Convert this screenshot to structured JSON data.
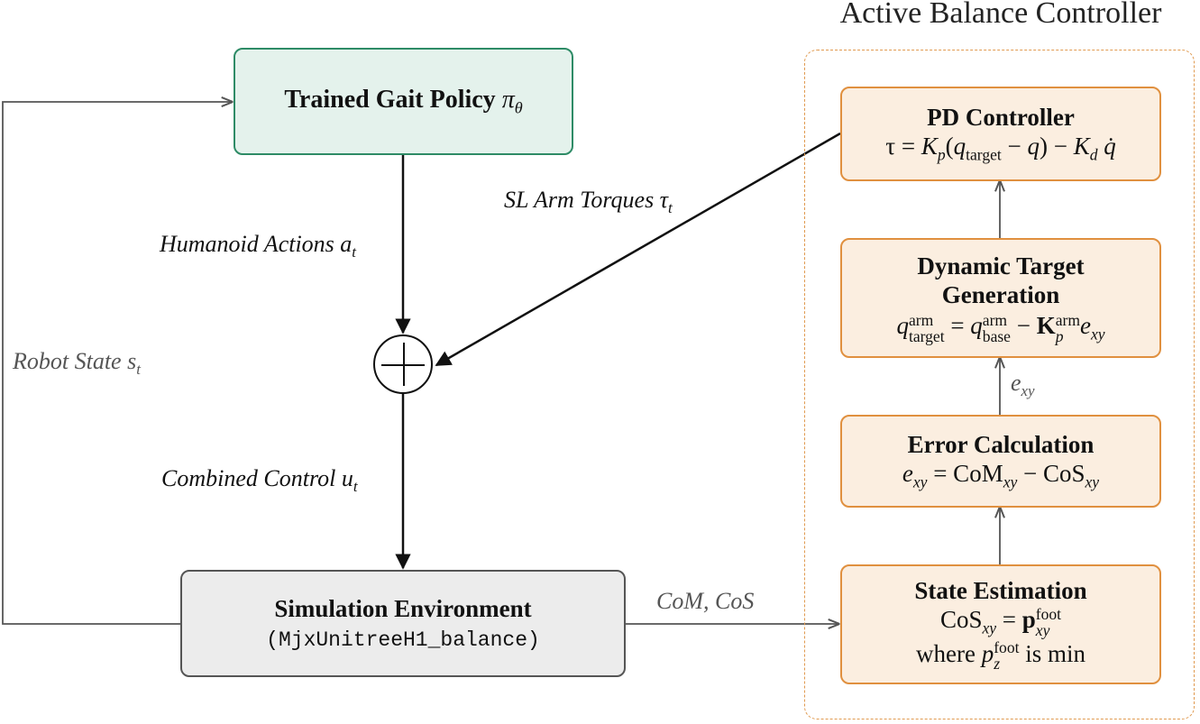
{
  "panel": {
    "title": "Active Balance Controller"
  },
  "nodes": {
    "policy": {
      "label": "Trained Gait Policy",
      "symbol": "πθ"
    },
    "simulation": {
      "title": "Simulation Environment",
      "subtitle": "(MjxUnitreeH1_balance)"
    },
    "pd_controller": {
      "title": "PD Controller",
      "equation": "τ = Kp(qtarget − q) − Kd q̇"
    },
    "dynamic_target": {
      "title_line1": "Dynamic Target",
      "title_line2": "Generation",
      "equation": "qarm_target = qarm_base − Karm_p exy"
    },
    "error_calc": {
      "title": "Error Calculation",
      "equation": "exy = CoMxy − CoSxy"
    },
    "state_estimation": {
      "title": "State Estimation",
      "equation": "CoSxy = pfoot_xy",
      "condition": "where pfoot_z is min"
    }
  },
  "edges": {
    "humanoid_actions": "Humanoid Actions at",
    "arm_torques": "SL Arm Torques τt",
    "combined_control": "Combined Control ut",
    "robot_state": "Robot State st",
    "com_cos": "CoM, CoS",
    "e_xy": "exy"
  },
  "colors": {
    "policy_fill": "#e4f2ec",
    "policy_border": "#2e8b66",
    "sim_fill": "#ececec",
    "sim_border": "#555555",
    "controller_fill": "#fbeee0",
    "controller_border": "#e0903f",
    "feedback_line": "#555555"
  }
}
